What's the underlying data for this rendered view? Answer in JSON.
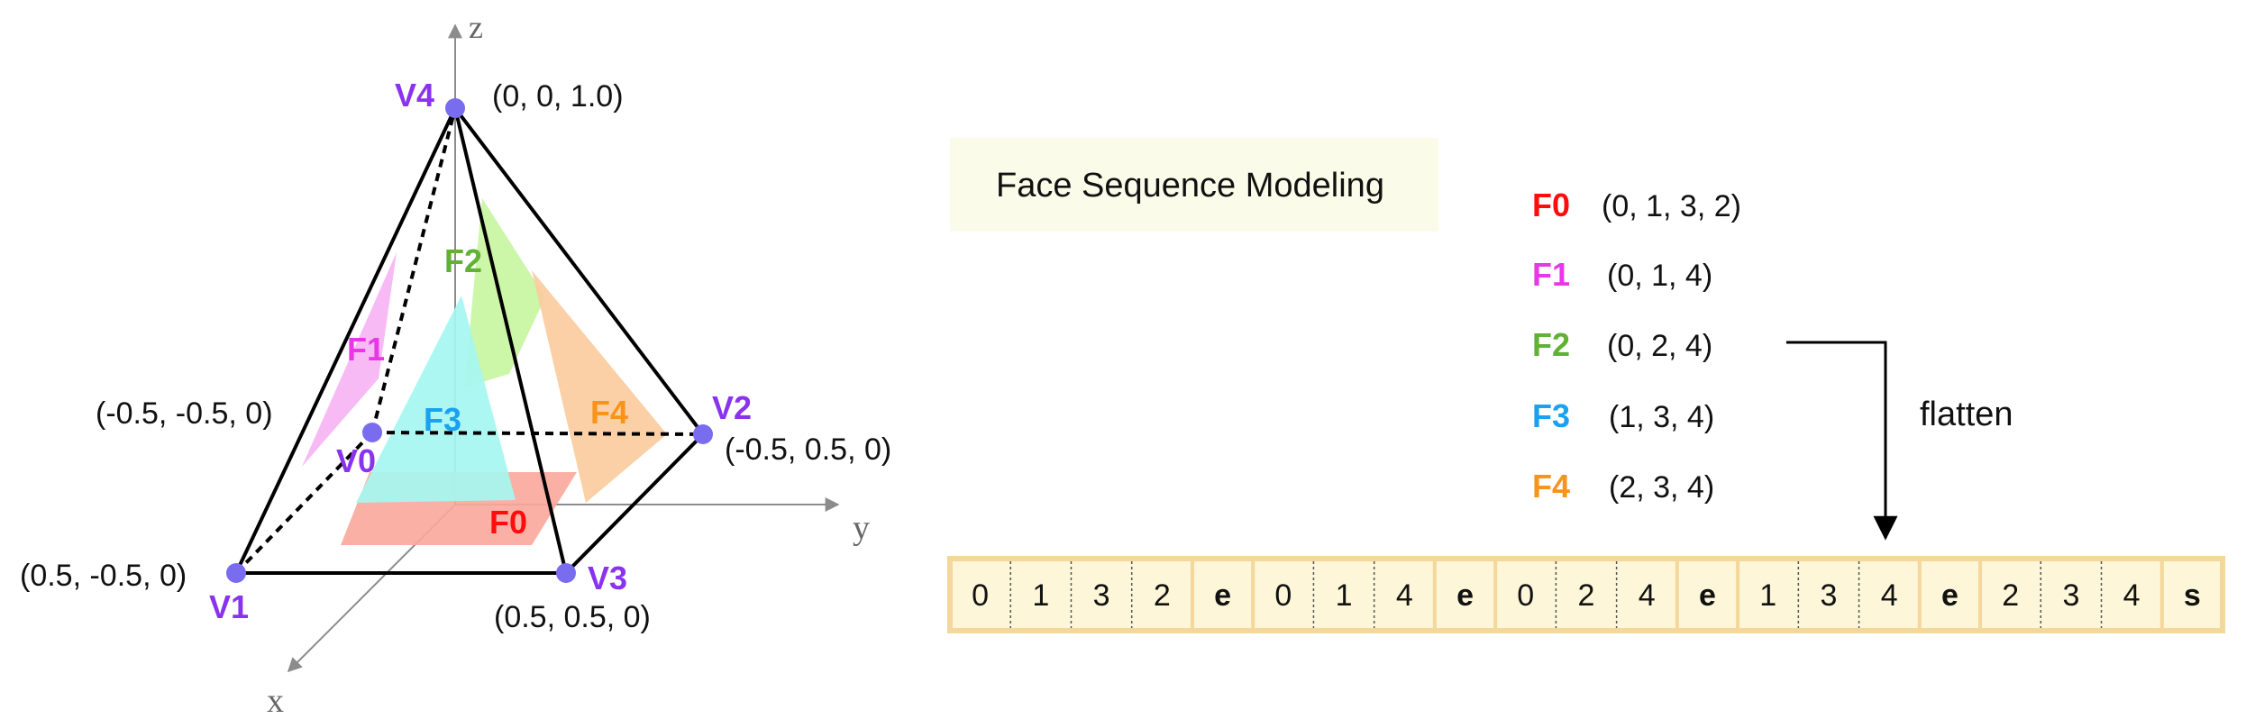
{
  "axes": {
    "z": "z",
    "y": "y",
    "x": "x"
  },
  "vertices": [
    {
      "id": "V0",
      "label": "V0",
      "coord": "(-0.5, -0.5, 0)"
    },
    {
      "id": "V1",
      "label": "V1",
      "coord": "(0.5, -0.5, 0)"
    },
    {
      "id": "V2",
      "label": "V2",
      "coord": "(-0.5, 0.5, 0)"
    },
    {
      "id": "V3",
      "label": "V3",
      "coord": "(0.5, 0.5, 0)"
    },
    {
      "id": "V4",
      "label": "V4",
      "coord": "(0, 0, 1.0)"
    }
  ],
  "faces": [
    {
      "label": "F0",
      "indices": "(0, 1, 3, 2)",
      "color": "#ff0d0d",
      "fill": "#fba79b"
    },
    {
      "label": "F1",
      "indices": "(0, 1, 4)",
      "color": "#e737e6",
      "fill": "#f6b3f4"
    },
    {
      "label": "F2",
      "indices": "(0, 2, 4)",
      "color": "#5fb233",
      "fill": "#c7f59e"
    },
    {
      "label": "F3",
      "indices": "(1, 3, 4)",
      "color": "#1aa2f0",
      "fill": "#a6f6f1"
    },
    {
      "label": "F4",
      "indices": "(2, 3, 4)",
      "color": "#f8931c",
      "fill": "#fbcb9c"
    }
  ],
  "colors": {
    "vertex_dot": "#7a6cef",
    "vertex_label": "#8a33ee",
    "box_fill": "#fdf6d8",
    "box_border": "#f4d79b",
    "title_bg": "#fbfbe9"
  },
  "title": "Face Sequence Modeling",
  "flatten_label": "flatten",
  "sequence": [
    "0",
    "1",
    "3",
    "2",
    "e",
    "0",
    "1",
    "4",
    "e",
    "0",
    "2",
    "4",
    "e",
    "1",
    "3",
    "4",
    "e",
    "2",
    "3",
    "4",
    "s"
  ]
}
